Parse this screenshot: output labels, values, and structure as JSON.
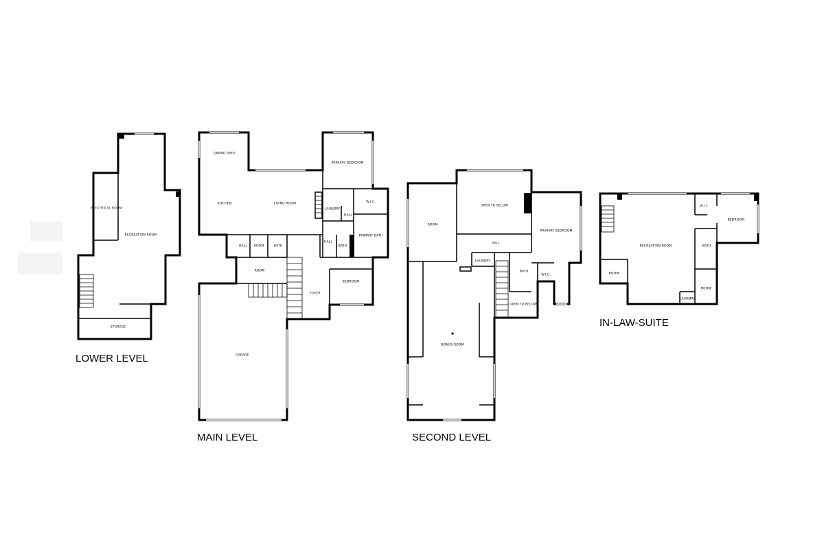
{
  "levels": {
    "lower": {
      "title": "LOWER LEVEL",
      "rooms": {
        "electrical": "ELECTRICAL ROOM",
        "recreation": "RECREATION ROOM",
        "storage": "STORAGE"
      }
    },
    "main": {
      "title": "MAIN LEVEL",
      "rooms": {
        "dining": "DINING AREA",
        "kitchen": "KITCHEN",
        "living": "LIVING ROOM",
        "primary_bedroom": "PRIMARY BEDROOM",
        "laundry": "LAUNDRY",
        "wic": "W.I.C.",
        "hall_a": "HALL",
        "hall_b": "HALL",
        "hall_c": "HALL",
        "room_small": "ROOM",
        "bath": "BATH",
        "bath_2": "BATH",
        "primary_bath": "PRIMARY BATH",
        "room": "ROOM",
        "foyer": "FOYER",
        "bedroom": "BEDROOM",
        "garage": "GARAGE"
      }
    },
    "second": {
      "title": "SECOND LEVEL",
      "rooms": {
        "room": "ROOM",
        "open_below": "OPEN TO BELOW",
        "primary_bedroom": "PRIMARY BEDROOM",
        "hall": "HALL",
        "laundry": "LAUNDRY",
        "bath": "BATH",
        "wic": "W.I.C.",
        "open_below_2": "OPEN TO BELOW",
        "bonus": "BONUS ROOM"
      }
    },
    "inlaw": {
      "title": "IN-LAW-SUITE",
      "rooms": {
        "wic": "W.I.C.",
        "bedroom": "BEDROOM",
        "recreation": "RECREATION ROOM",
        "bath": "BATH",
        "room_left": "ROOM",
        "room_right": "ROOM",
        "laundry": "LAUNDRY"
      }
    }
  },
  "colors": {
    "walls": "#000000",
    "background": "#ffffff",
    "windows": "#9a9a9a"
  }
}
